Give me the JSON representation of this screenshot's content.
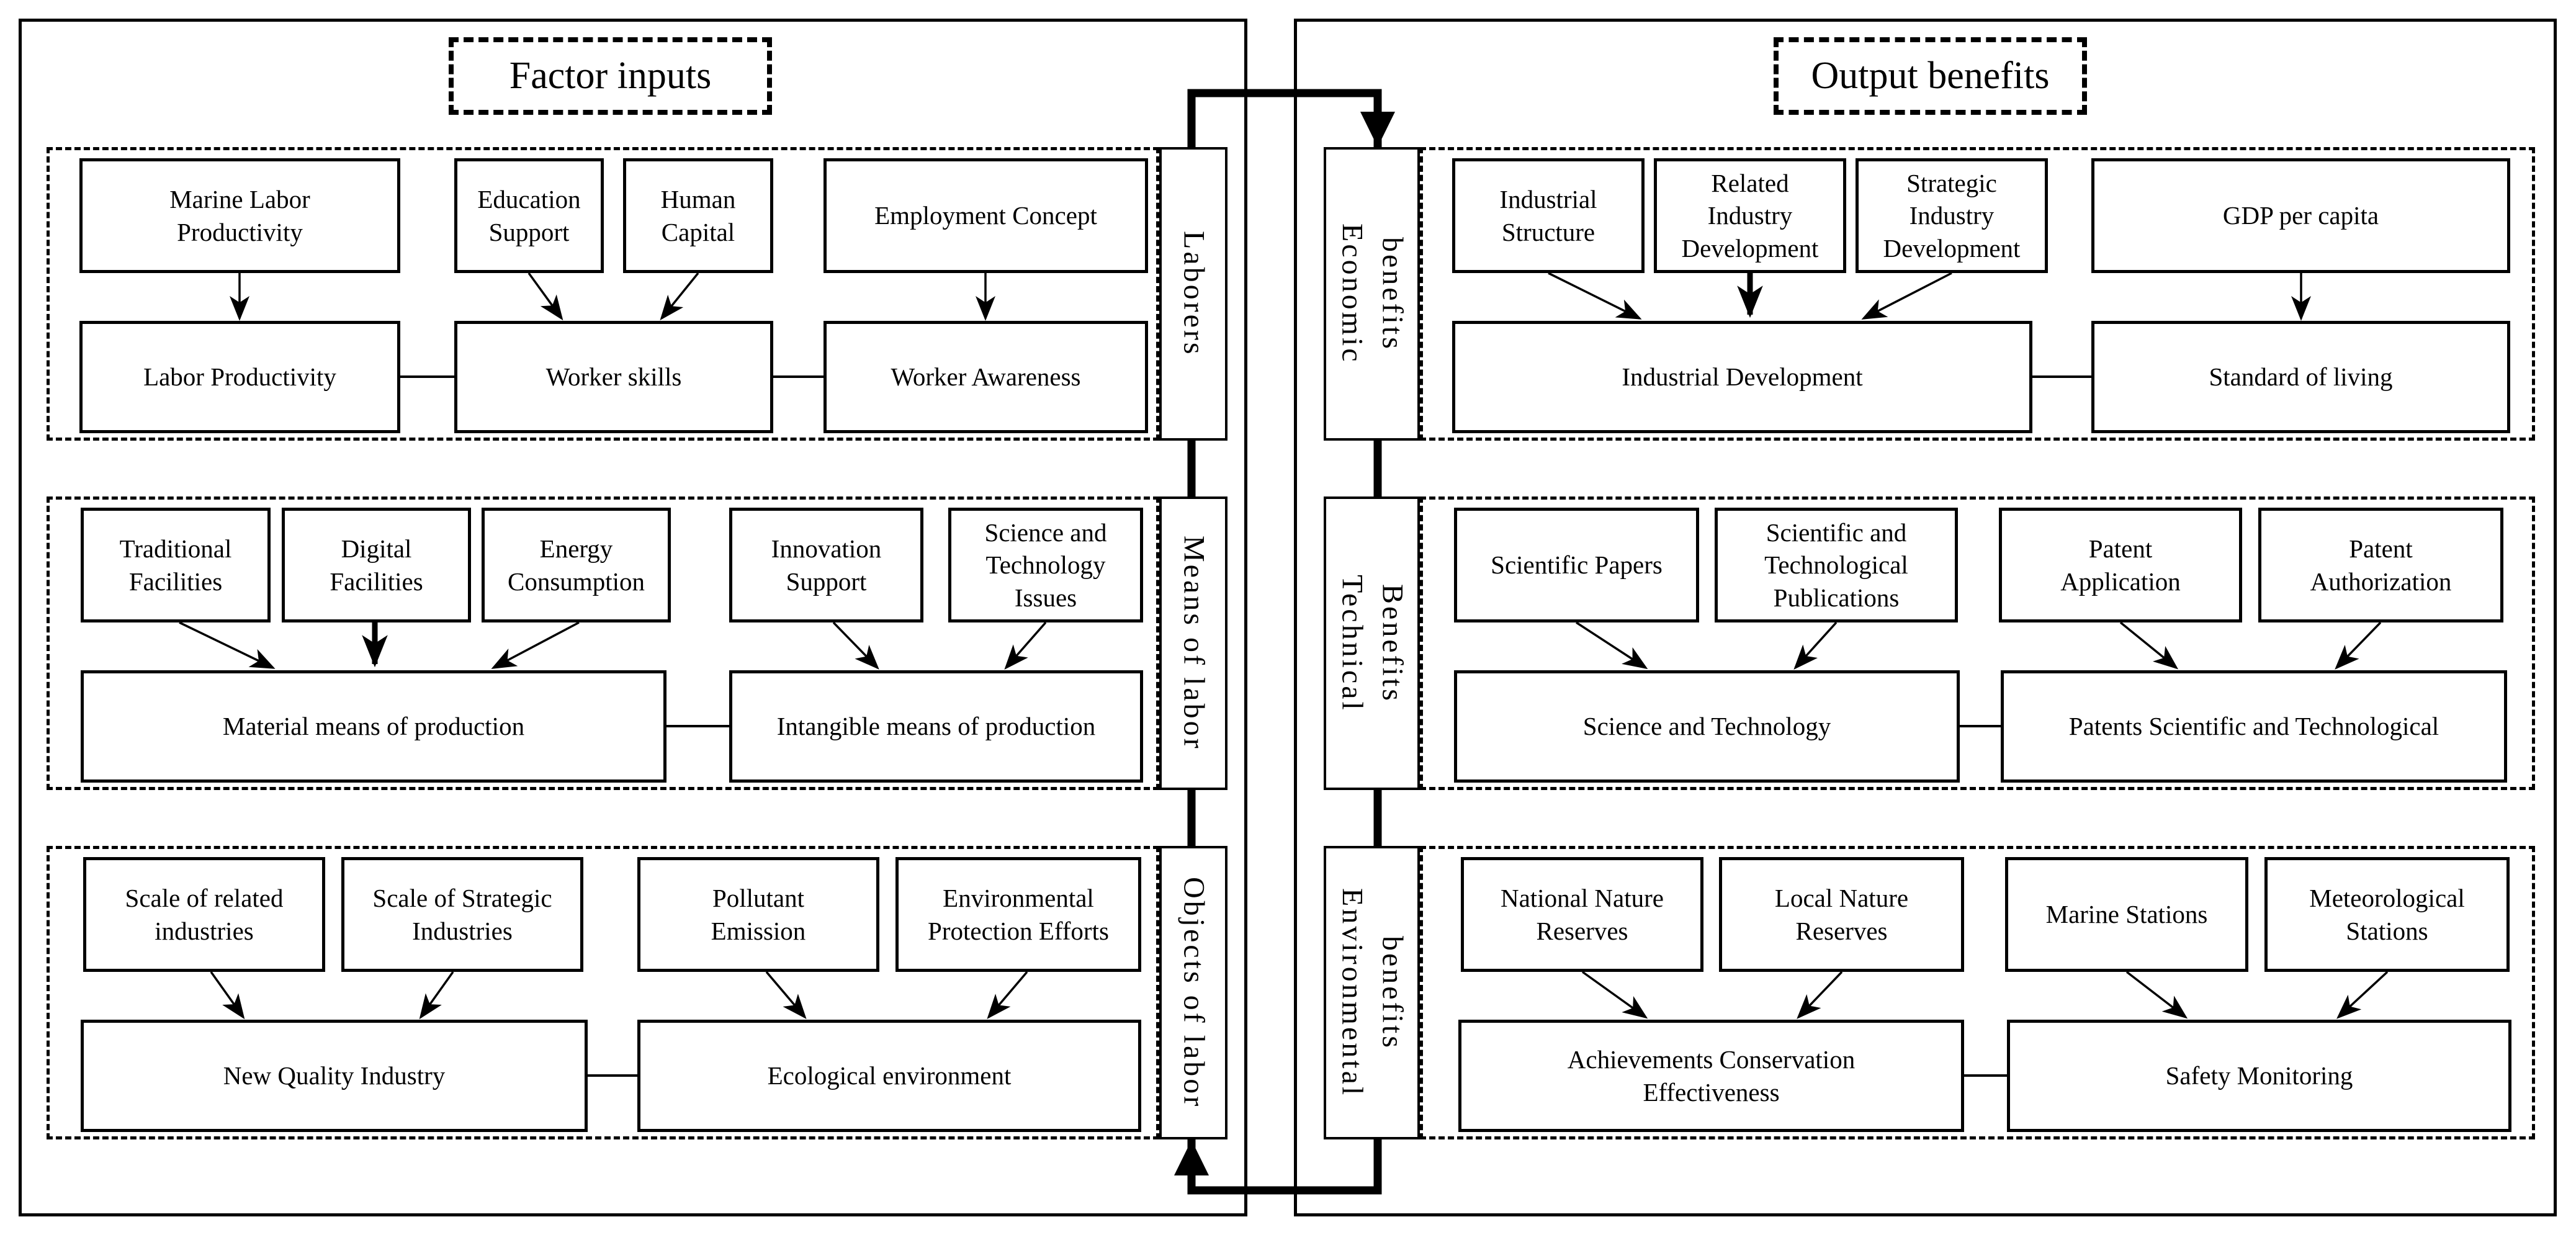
{
  "titles": {
    "factor_inputs": "Factor inputs",
    "output_benefits": "Output benefits"
  },
  "factor_inputs": {
    "rows": [
      {
        "side_label": "Laborers",
        "top": [
          "Marine Labor\nProductivity",
          "Education\nSupport",
          "Human\nCapital",
          "Employment Concept"
        ],
        "bottom": [
          "Labor Productivity",
          "Worker skills",
          "Worker Awareness"
        ]
      },
      {
        "side_label": "Means of labor",
        "top": [
          "Traditional\nFacilities",
          "Digital\nFacilities",
          "Energy\nConsumption",
          "Innovation\nSupport",
          "Science and\nTechnology\nIssues"
        ],
        "bottom": [
          "Material means of production",
          "Intangible means of production"
        ]
      },
      {
        "side_label": "Objects of labor",
        "top": [
          "Scale of related\nindustries",
          "Scale of Strategic\nIndustries",
          "Pollutant\nEmission",
          "Environmental\nProtection Efforts"
        ],
        "bottom": [
          "New Quality Industry",
          "Ecological environment"
        ]
      }
    ]
  },
  "output_benefits": {
    "rows": [
      {
        "side_label": "Economic\nbenefits",
        "top": [
          "Industrial\nStructure",
          "Related\nIndustry\nDevelopment",
          "Strategic\nIndustry\nDevelopment",
          "GDP per capita"
        ],
        "bottom": [
          "Industrial Development",
          "Standard of living"
        ]
      },
      {
        "side_label": "Technical\nBenefits",
        "top": [
          "Scientific Papers",
          "Scientific and\nTechnological\nPublications",
          "Patent\nApplication",
          "Patent\nAuthorization"
        ],
        "bottom": [
          "Science and Technology",
          "Patents Scientific and Technological"
        ]
      },
      {
        "side_label": "Environmental\nbenefits",
        "top": [
          "National Nature\nReserves",
          "Local Nature\nReserves",
          "Marine Stations",
          "Meteorological\nStations"
        ],
        "bottom": [
          "Achievements Conservation\nEffectiveness",
          "Safety Monitoring"
        ]
      }
    ]
  }
}
